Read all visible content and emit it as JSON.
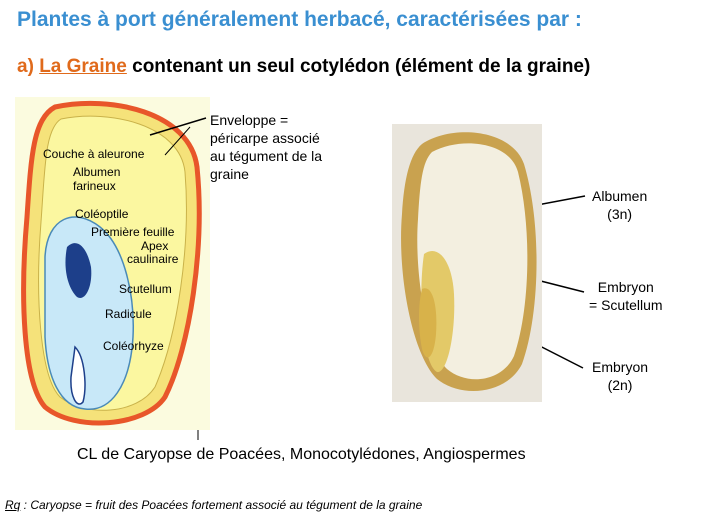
{
  "title": "Plantes à port généralement herbacé, caractérisées par :",
  "subtitle": {
    "prefix": "a)",
    "underlined": "La Graine",
    "rest": "contenant un seul cotylédon (élément de la graine)"
  },
  "diagram": {
    "labels": {
      "aleurone": "Couche à aleurone",
      "albumen_line1": "Albumen",
      "albumen_line2": "farineux",
      "coleoptile": "Coléoptile",
      "premiere_feuille": "Première feuille",
      "apex_line1": "Apex",
      "apex_line2": "caulinaire",
      "scutellum": "Scutellum",
      "radicule": "Radicule",
      "coleorhyze": "Coléorhyze"
    },
    "enveloppe": [
      "Enveloppe =",
      "péricarpe associé",
      "au tégument de la",
      "graine"
    ]
  },
  "photo_labels": {
    "albumen": [
      "Albumen",
      "(3n)"
    ],
    "embryon_scutellum": [
      "Embryon",
      "= Scutellum"
    ],
    "embryon": [
      "Embryon",
      "(2n)"
    ]
  },
  "caption": "CL de Caryopse de Poacées, Monocotylédones, Angiospermes",
  "note": {
    "rq": "Rq",
    "text": " : Caryopse =  fruit des Poacées fortement associé au tégument de la graine"
  },
  "colors": {
    "title": "#3a8fd1",
    "accent": "#e06a1b",
    "pericarp": "#e8562a",
    "albumen": "#fbf7a0",
    "embryo": "#c8e8f8"
  }
}
